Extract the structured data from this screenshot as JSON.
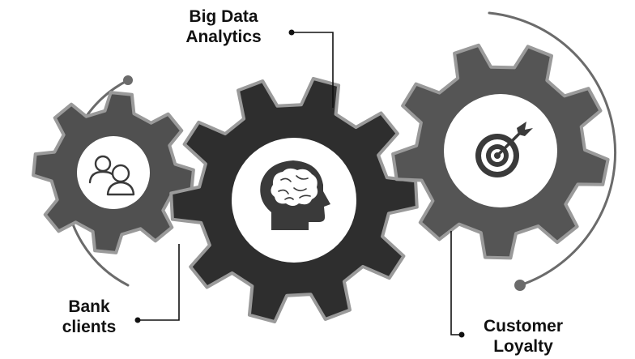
{
  "labels": {
    "bank": [
      "Bank",
      "clients"
    ],
    "analytics": [
      "Big Data",
      "Analytics"
    ],
    "customer": [
      "Customer",
      "Loyalty"
    ]
  },
  "colors": {
    "gear_left": "#505050",
    "gear_center": "#2e2e2e",
    "gear_right": "#555555",
    "arc": "#6b6b6b",
    "connector": "#111111",
    "icon": "#3a3a3a",
    "icon_fill_white": "#ffffff"
  },
  "icons": {
    "left": "users-icon",
    "center": "brain-head-icon",
    "right": "target-arrow-icon"
  }
}
